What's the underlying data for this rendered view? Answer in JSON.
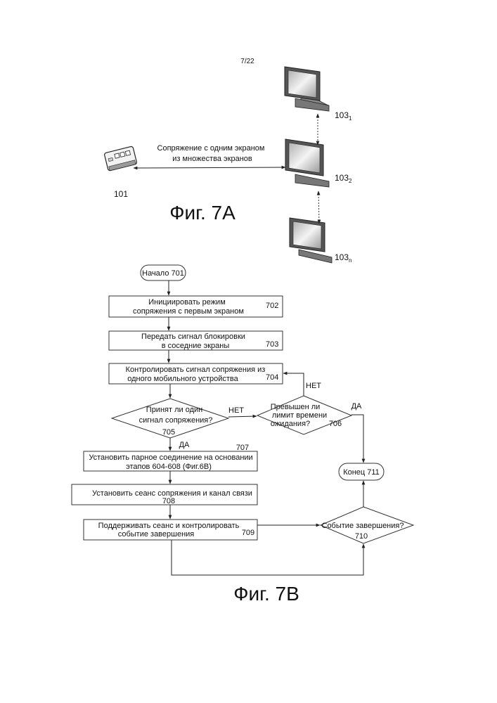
{
  "page_number": "7/22",
  "fig7a": {
    "caption": "Фиг. 7А",
    "link_label_1": "Сопряжение с одним экраном",
    "link_label_2": "из множества экранов",
    "device_label": "101",
    "screen_1": {
      "base": "103",
      "sub": "1"
    },
    "screen_2": {
      "base": "103",
      "sub": "2"
    },
    "screen_n": {
      "base": "103",
      "sub": "n"
    }
  },
  "fig7b": {
    "caption": "Фиг. 7B",
    "start": "Начало 701",
    "s702_l1": "Инициировать режим",
    "s702_l2": "сопряжения с первым экраном",
    "s702_num": "702",
    "s703_l1": "Передать сигнал блокировки",
    "s703_l2": "в соседние экраны",
    "s703_num": "703",
    "s704_l1": "Контролировать сигнал сопряжения из",
    "s704_l2": "одного мобильного устройства",
    "s704_num": "704",
    "d705_l1": "Принят ли один",
    "d705_l2": "сигнал сопряжения?",
    "d705_num": "705",
    "d706_l1": "Превышен ли",
    "d706_l2": "лимит времени",
    "d706_l3": "ожидания?",
    "d706_num": "706",
    "s707_l1": "Установить парное соединение на основании",
    "s707_l2": "этапов 604-608 (Фиг.6В)",
    "s707_num": "707",
    "s708_l1": "Установить сеанс сопряжения и канал связи",
    "s708_num": "708",
    "s709_l1": "Поддерживать сеанс и контролировать",
    "s709_l2": "событие завершения",
    "s709_num": "709",
    "d710_l1": "Событие завершения?",
    "d710_num": "710",
    "end": "Конец 711",
    "yes": "ДА",
    "no": "НЕТ"
  }
}
